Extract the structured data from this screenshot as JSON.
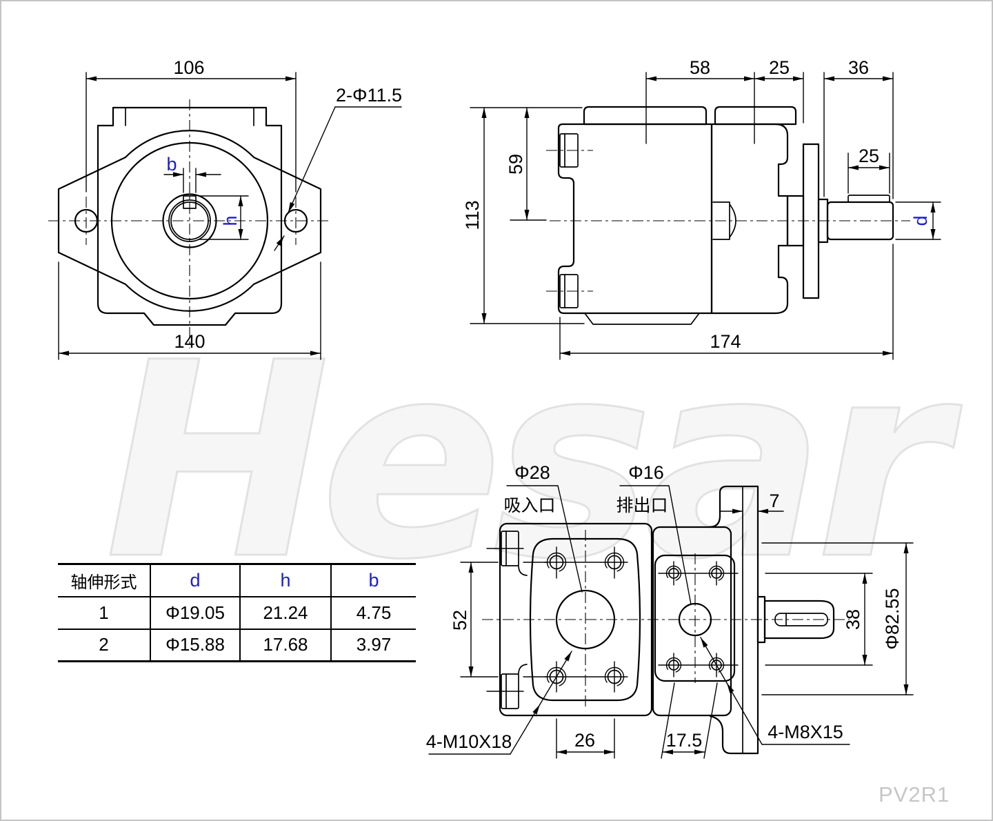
{
  "watermark": {
    "text": "Hesar"
  },
  "part_code": {
    "text": "PV2R1"
  },
  "colors": {
    "line": "#000000",
    "accent_blue": "#1a1ad8",
    "watermark": "#e2e2e2",
    "part_code_gray": "#c6c6c6"
  },
  "front_view": {
    "dim_top_width": "106",
    "dim_bottom_width": "140",
    "label_mount_holes": "2-Φ11.5",
    "label_key_width": "b",
    "label_key_height": "h"
  },
  "side_view": {
    "dim_front_length": "58",
    "dim_mid_length": "25",
    "dim_shaft_length": "36",
    "dim_key_length": "25",
    "dim_center_height": "59",
    "dim_total_height": "113",
    "dim_total_length": "174",
    "label_shaft_dia": "d"
  },
  "bottom_view": {
    "suction_dia": "Φ28",
    "suction_name": "吸入口",
    "discharge_dia": "Φ16",
    "discharge_name": "排出口",
    "dim_plate_thickness": "7",
    "dim_front_bolt_row_spacing": "52",
    "dim_front_bolt_col_spacing": "26",
    "dim_rear_bolt_col_spacing": "17.5",
    "dim_rear_bolt_row_spacing": "38",
    "dim_pilot_dia": "Φ82.55",
    "label_front_bolts": "4-M10X18",
    "label_rear_bolts": "4-M8X15"
  },
  "table": {
    "headers": [
      "轴伸形式",
      "d",
      "h",
      "b"
    ],
    "rows": [
      [
        "1",
        "Φ19.05",
        "21.24",
        "4.75"
      ],
      [
        "2",
        "Φ15.88",
        "17.68",
        "3.97"
      ]
    ]
  }
}
